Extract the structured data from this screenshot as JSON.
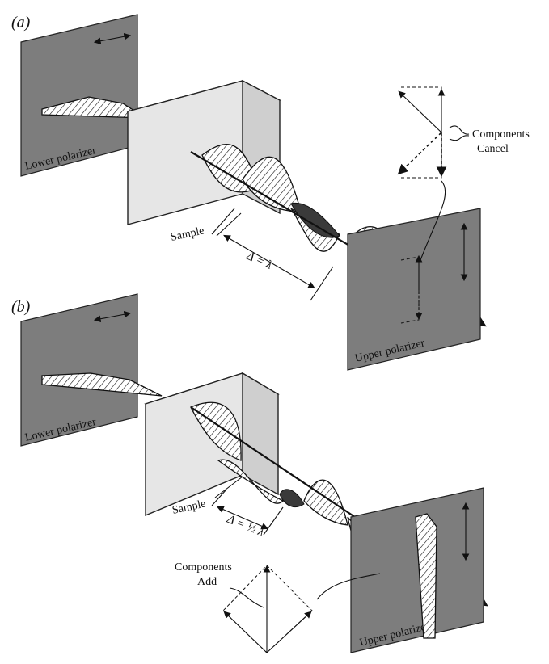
{
  "panels": [
    {
      "letter": "(a)",
      "lower_polarizer": "Lower polarizer",
      "sample": "Sample",
      "retardation": "Δ = λ",
      "upper_polarizer": "Upper polarizer",
      "components_line1": "Components",
      "components_line2": "Cancel"
    },
    {
      "letter": "(b)",
      "lower_polarizer": "Lower polarizer",
      "sample": "Sample",
      "retardation": "Δ = ½ λ",
      "upper_polarizer": "Upper polarizer",
      "components_line1": "Components",
      "components_line2": "Add"
    }
  ]
}
